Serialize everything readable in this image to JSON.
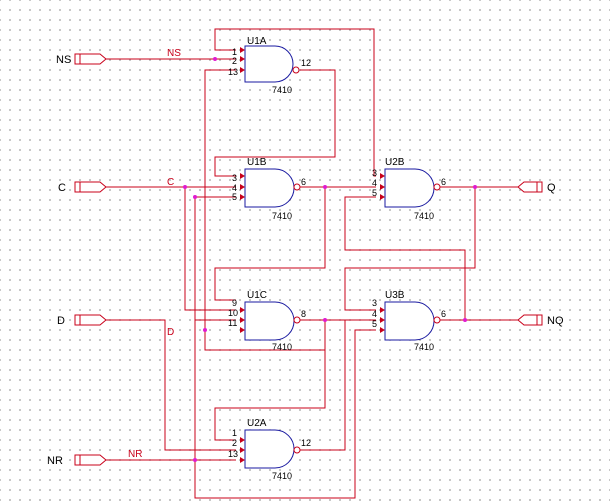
{
  "ports": [
    {
      "id": "port-ns",
      "label": "NS"
    },
    {
      "id": "port-c",
      "label": "C"
    },
    {
      "id": "port-d",
      "label": "D"
    },
    {
      "id": "port-nr",
      "label": "NR"
    },
    {
      "id": "port-q",
      "label": "Q"
    },
    {
      "id": "port-nq",
      "label": "NQ"
    }
  ],
  "net_labels": {
    "ns": "NS",
    "c": "C",
    "d": "D",
    "nr": "NR"
  },
  "gates": [
    {
      "ref": "U1A",
      "part": "7410",
      "in": [
        "1",
        "2",
        "13"
      ],
      "out": "12"
    },
    {
      "ref": "U1B",
      "part": "7410",
      "in": [
        "3",
        "4",
        "5"
      ],
      "out": "6"
    },
    {
      "ref": "U1C",
      "part": "7410",
      "in": [
        "9",
        "10",
        "11"
      ],
      "out": "8"
    },
    {
      "ref": "U2A",
      "part": "7410",
      "in": [
        "1",
        "2",
        "13"
      ],
      "out": "12"
    },
    {
      "ref": "U2B",
      "part": "7410",
      "in": [
        "3",
        "4",
        "5"
      ],
      "out": "6"
    },
    {
      "ref": "U3B",
      "part": "7410",
      "in": [
        "3",
        "4",
        "5"
      ],
      "out": "6"
    }
  ],
  "colors": {
    "wire": "#c8001a",
    "gate_outline": "#1a1aa0",
    "junction": "#e01bd0",
    "grid_dot": "#b5b5b5"
  }
}
